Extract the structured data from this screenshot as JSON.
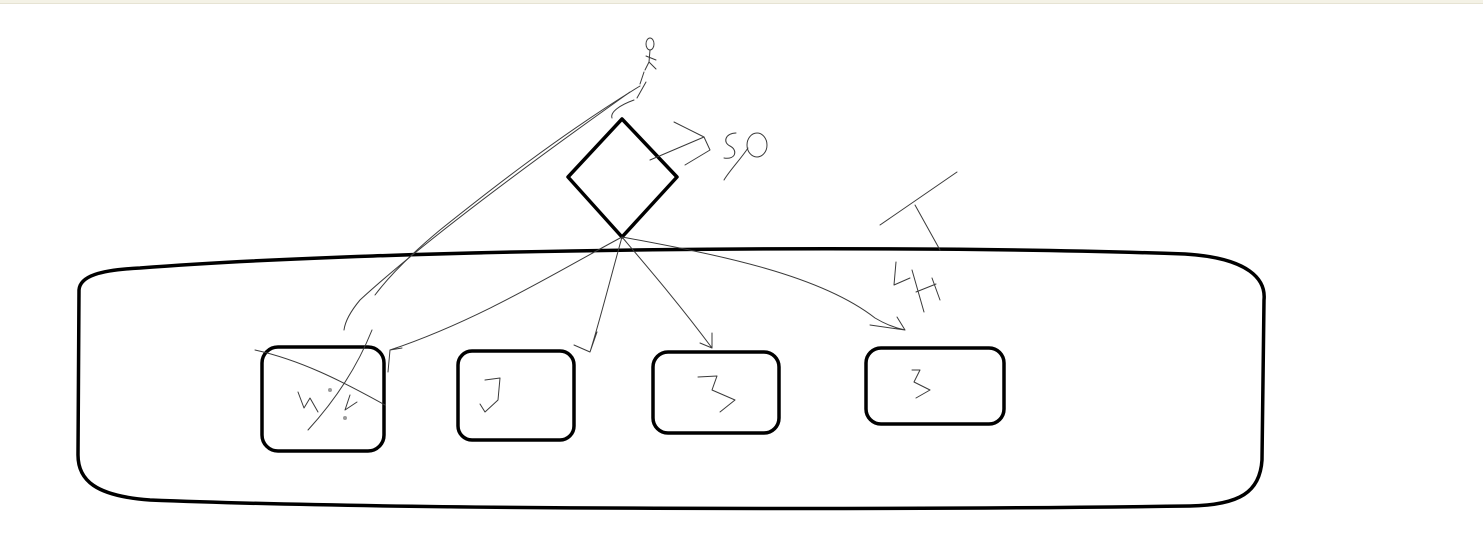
{
  "colors": {
    "background": "#ffffff",
    "outline": "#000000",
    "pencil": "#3a3a3a"
  },
  "diagram": {
    "elements": [
      {
        "kind": "stick-figure"
      },
      {
        "kind": "diamond"
      },
      {
        "kind": "handwritten-label",
        "name": "so-scribble"
      },
      {
        "kind": "handwritten-label",
        "name": "lh-scribble"
      },
      {
        "kind": "rounded-container"
      },
      {
        "kind": "box",
        "name": "box-1"
      },
      {
        "kind": "box",
        "name": "box-2"
      },
      {
        "kind": "box",
        "name": "box-3"
      },
      {
        "kind": "box",
        "name": "box-4"
      }
    ]
  }
}
